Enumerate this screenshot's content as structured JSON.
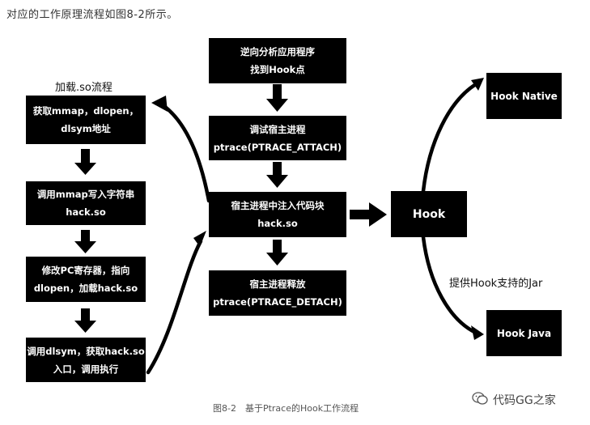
{
  "intro_text": "对应的工作原理流程如图8-2所示。",
  "left_caption": "加载.so流程",
  "right_caption": "提供Hook支持的Jar",
  "left_column": [
    {
      "lines": [
        "获取mmap，dlopen，",
        "dlsym地址"
      ]
    },
    {
      "lines": [
        "调用mmap写入字符串",
        "hack.so"
      ]
    },
    {
      "lines": [
        "修改PC寄存器，指向",
        "dlopen，加载hack.so"
      ]
    },
    {
      "lines": [
        "调用dlsym，获取hack.so",
        "入口，调用执行"
      ]
    }
  ],
  "center_column": [
    {
      "lines": [
        "逆向分析应用程序",
        "找到Hook点"
      ]
    },
    {
      "lines": [
        "调试宿主进程",
        "ptrace(PTRACE_ATTACH)"
      ]
    },
    {
      "lines": [
        "宿主进程中注入代码块",
        "hack.so"
      ]
    },
    {
      "lines": [
        "宿主进程释放",
        "ptrace(PTRACE_DETACH)"
      ]
    }
  ],
  "hook_box": "Hook",
  "hook_native": "Hook Native",
  "hook_java": "Hook Java",
  "figure_caption": "图8-2　基于Ptrace的Hook工作流程",
  "watermark": "代码GG之家",
  "colors": {
    "box": "#000000",
    "box_text": "#ffffff",
    "arrow": "#000000"
  }
}
